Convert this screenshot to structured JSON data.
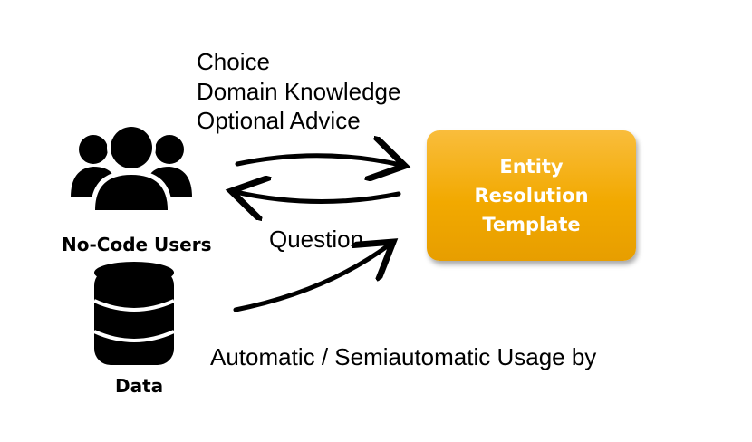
{
  "input_labels": [
    "Choice",
    "Domain Knowledge",
    "Optional Advice"
  ],
  "question_label": "Question",
  "usage_label": "Automatic / Semiautomatic Usage by",
  "users_label": "No-Code Users",
  "data_label": "Data",
  "template_box": {
    "lines": [
      "Entity",
      "Resolution",
      "Template"
    ],
    "color": "#f2a900"
  },
  "icons": {
    "users": "users-group-icon",
    "data": "database-icon"
  },
  "colors": {
    "text": "#000000",
    "arrow": "#000000",
    "template_text": "#ffffff"
  }
}
